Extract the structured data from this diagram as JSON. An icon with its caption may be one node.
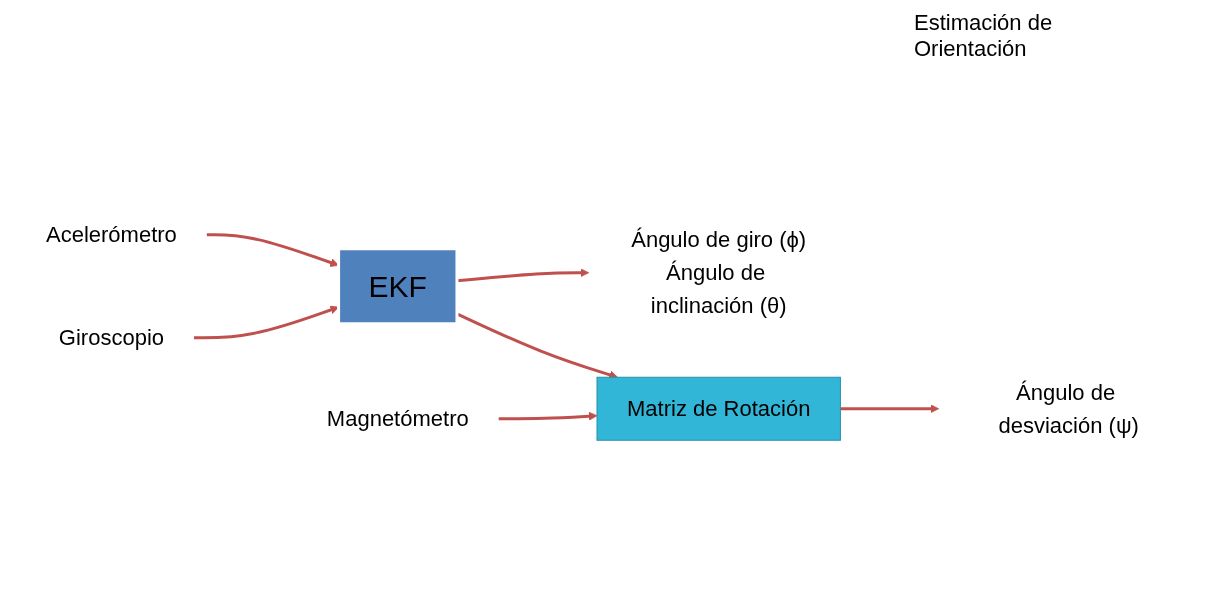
{
  "diagram": {
    "nodes": [
      {
        "text": [
          "Acelerómetro"
        ]
      },
      {
        "text": [
          "Giroscopio"
        ]
      },
      {
        "text": [
          "EKF"
        ]
      },
      {
        "text": [
          "Magnetómetro"
        ]
      },
      {
        "text": [
          "Matriz de Rotación"
        ]
      },
      {
        "text": [
          "Ángulo de giro (ϕ)",
          "Ángulo de inclinación (θ)"
        ]
      },
      {
        "text": [
          "Ángulo de desviación (ψ)"
        ]
      }
    ],
    "edges": [
      {
        "from": 0,
        "to": 2,
        "arrow": "to"
      },
      {
        "from": 1,
        "to": 2,
        "arrow": "to"
      },
      {
        "from": 2,
        "to": 5,
        "arrow": "to"
      },
      {
        "from": 2,
        "to": 4,
        "arrow": "to"
      },
      {
        "from": 3,
        "to": 4,
        "arrow": "to"
      },
      {
        "from": 4,
        "to": 6,
        "arrow": "to"
      }
    ],
    "labels": [
      "Estimación de Orientación"
    ]
  }
}
